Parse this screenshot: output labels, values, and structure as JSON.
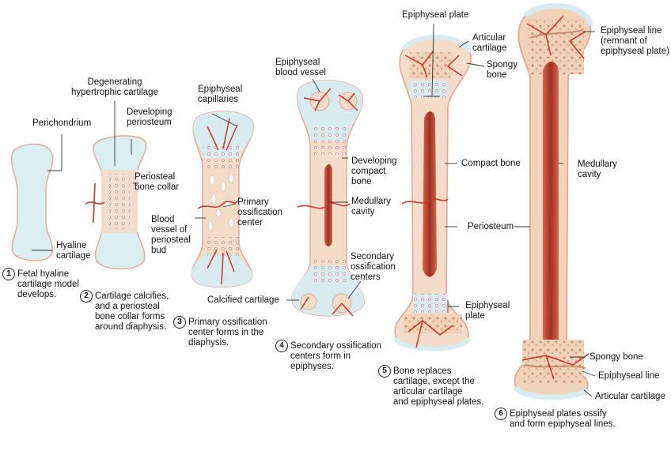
{
  "stages": [
    {
      "number": "1",
      "caption": "Fetal hyaline\ncartilage model\ndevelops."
    },
    {
      "number": "2",
      "caption": "Cartilage calcifies,\nand a periosteal\nbone collar forms\naround diaphysis."
    },
    {
      "number": "3",
      "caption": "Primary ossification\ncenter forms in the\ndiaphysis."
    },
    {
      "number": "4",
      "caption": "Secondary ossification\ncenters form in\nepiphyses."
    },
    {
      "number": "5",
      "caption": "Bone replaces\ncartilage, except the\narticular cartilage\nand epiphyseal plates."
    },
    {
      "number": "6",
      "caption": "Epiphyseal plates ossify\nand form epiphyseal lines."
    }
  ],
  "labels": {
    "perichondrium": "Perichondrium",
    "hyaline_cartilage": "Hyaline\ncartilage",
    "degenerating_cartilage": "Degenerating\nhypertrophic cartilage",
    "developing_periosteum": "Developing\nperiosteum",
    "periosteal_bone_collar": "Periosteal\nbone collar",
    "epiphyseal_capillaries": "Epiphyseal\ncapillaries",
    "primary_ossification_center": "Primary\nossification\ncenter",
    "blood_vessel_periosteal_bud": "Blood\nvessel of\nperiosteal\nbud",
    "calcified_cartilage": "Calcified cartilage",
    "epiphyseal_blood_vessel": "Epiphyseal\nblood vessel",
    "developing_compact_bone": "Developing\ncompact\nbone",
    "medullary_cavity_4": "Medullary\ncavity",
    "secondary_ossification_centers": "Secondary\nossification\ncenters",
    "epiphyseal_plate_top": "Epiphyseal plate",
    "articular_cartilage_top": "Articular\ncartilage",
    "spongy_bone_top": "Spongy\nbone",
    "compact_bone": "Compact bone",
    "periosteum": "Periosteum",
    "epiphyseal_plate_bottom": "Epiphyseal\nplate",
    "epiphyseal_line_top": "Epiphyseal line\n(remnant of\nepiphyseal plate)",
    "medullary_cavity_6": "Medullary\ncavity",
    "spongy_bone_bottom": "Spongy bone",
    "epiphyseal_line_bottom": "Epiphyseal line",
    "articular_cartilage_bottom": "Articular cartilage"
  },
  "colors": {
    "cartilage": "#d8ecef",
    "bone": "#f3dcc8",
    "bone_edge": "#e7a98f",
    "marrow": "#b5412c",
    "vessel": "#c7342a",
    "leader": "#333333"
  }
}
